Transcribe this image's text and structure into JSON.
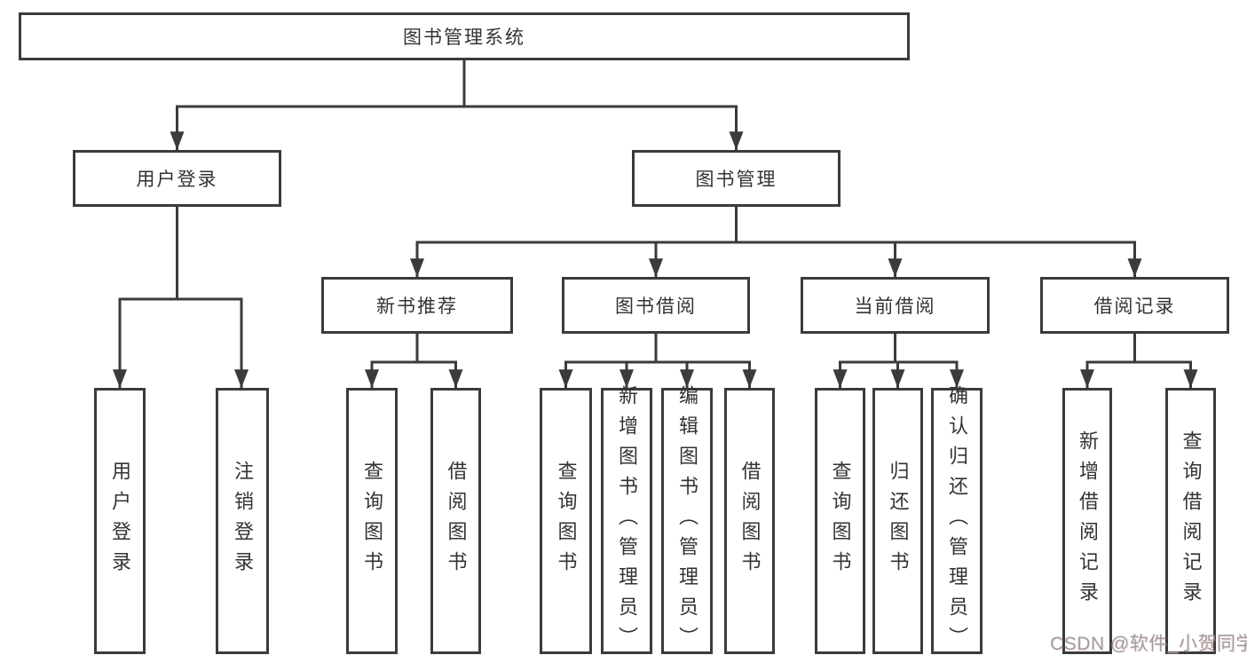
{
  "nodes": {
    "root": "图书管理系统",
    "user_login": "用户登录",
    "book_mgmt": "图书管理",
    "new_book_rec": "新书推荐",
    "book_borrow": "图书借阅",
    "current_borrow": "当前借阅",
    "borrow_record": "借阅记录",
    "leaf_user_login": "用户登录",
    "leaf_logout": "注销登录",
    "leaf_query_book_rec": "查询图书",
    "leaf_borrow_book_rec": "借阅图书",
    "leaf_query_book_borrow": "查询图书",
    "leaf_add_book": "新增图书（管理员）",
    "leaf_edit_book": "编辑图书（管理员）",
    "leaf_borrow_book_borrow": "借阅图书",
    "leaf_query_book_current": "查询图书",
    "leaf_return_book": "归还图书",
    "leaf_confirm_return": "确认归还（管理员）",
    "leaf_add_record": "新增借阅记录",
    "leaf_query_record": "查询借阅记录"
  },
  "hierarchy": {
    "图书管理系统": {
      "用户登录": [
        "用户登录",
        "注销登录"
      ],
      "图书管理": {
        "新书推荐": [
          "查询图书",
          "借阅图书"
        ],
        "图书借阅": [
          "查询图书",
          "新增图书（管理员）",
          "编辑图书（管理员）",
          "借阅图书"
        ],
        "当前借阅": [
          "查询图书",
          "归还图书",
          "确认归还（管理员）"
        ],
        "借阅记录": [
          "新增借阅记录",
          "查询借阅记录"
        ]
      }
    }
  },
  "watermark": {
    "text": "CSDN @软件_小贺同学"
  },
  "colors": {
    "line": "#3b3b3b",
    "text": "#333333",
    "background": "#ffffff",
    "watermark": "#9e9e9e"
  }
}
